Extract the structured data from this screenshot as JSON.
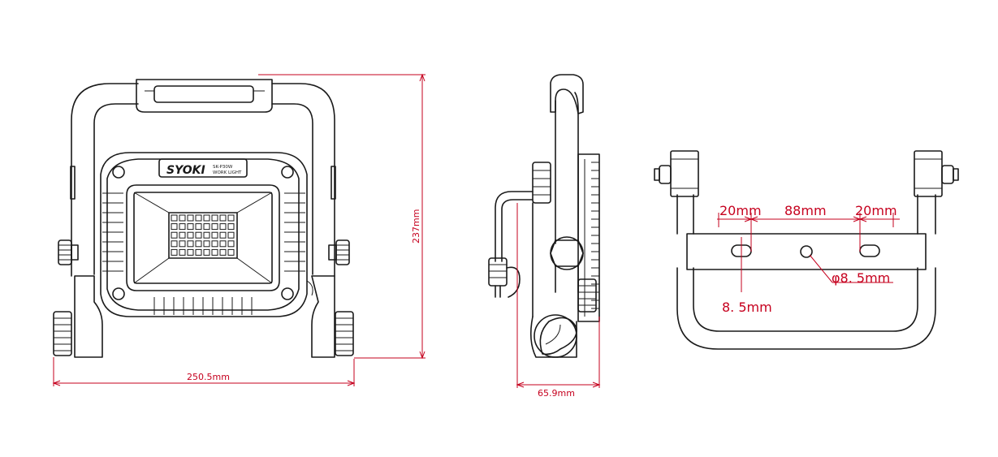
{
  "front_view": {
    "brand": "SYOKI",
    "model": "SK-P30W",
    "subtitle": "WORK LIGHT",
    "width_label": "250.5mm",
    "height_label": "237mm"
  },
  "side_view": {
    "depth_label": "65.9mm"
  },
  "top_view": {
    "slot_width_left": "20mm",
    "slot_spacing": "88mm",
    "slot_width_right": "20mm",
    "slot_height": "8. 5mm",
    "hole_diameter": "φ8. 5mm"
  },
  "colors": {
    "line": "#1a1a1a",
    "dimension": "#c6001e"
  }
}
